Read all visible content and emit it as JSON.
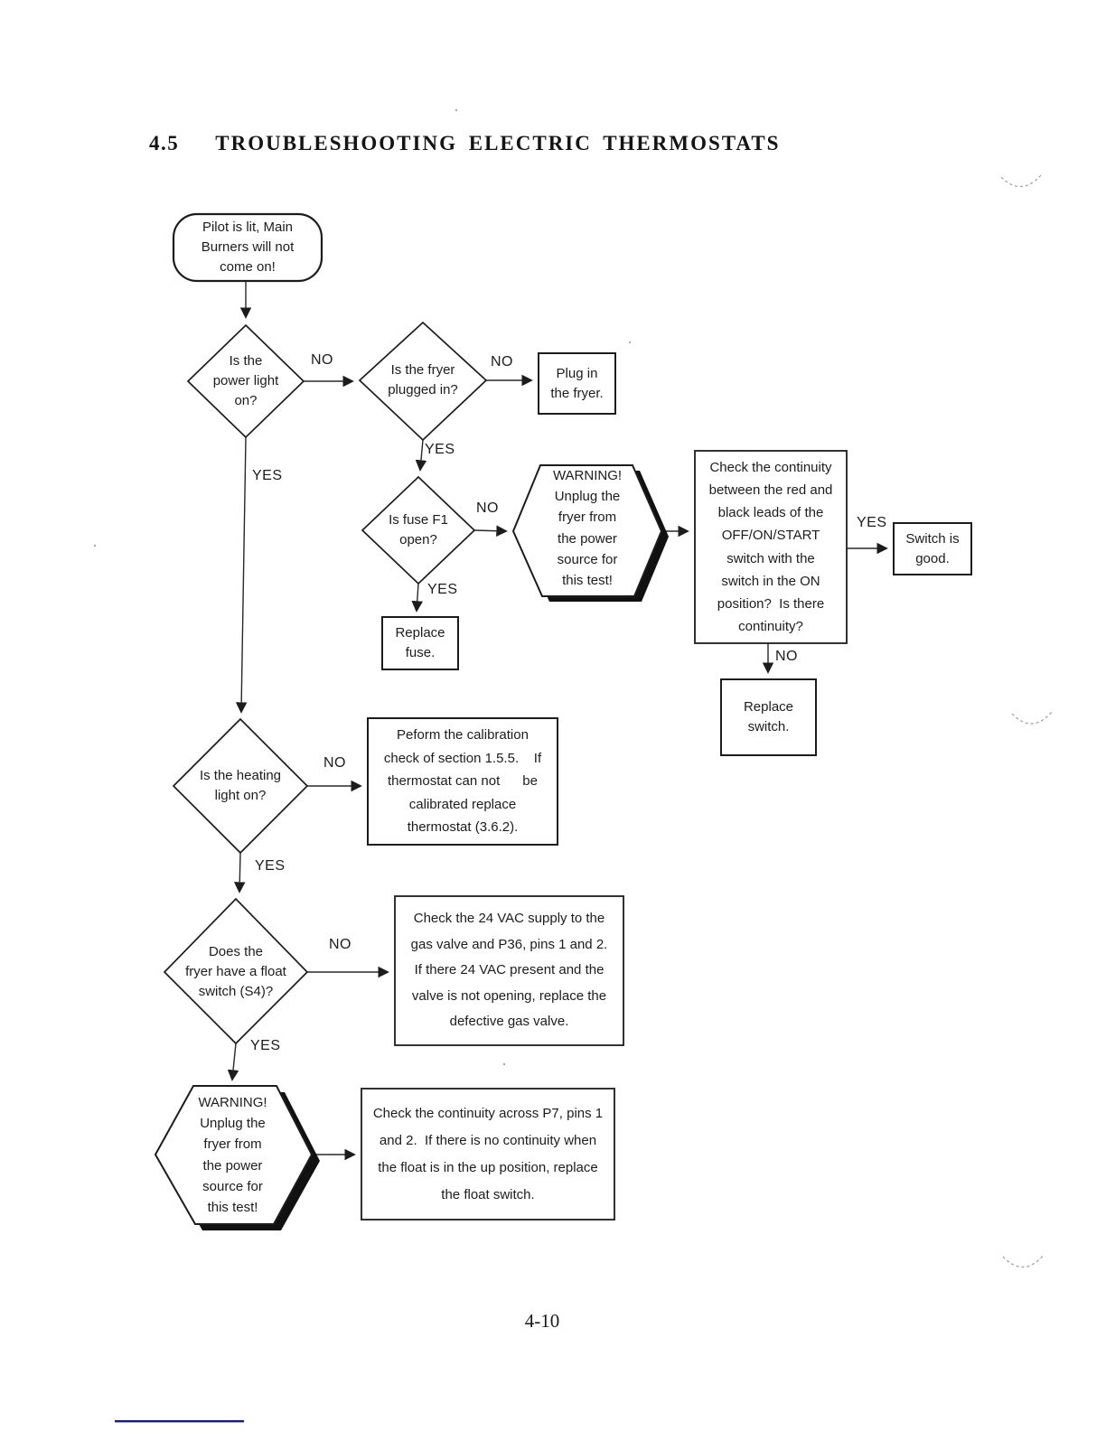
{
  "page": {
    "section_number": "4.5",
    "title": "TROUBLESHOOTING ELECTRIC THERMOSTATS",
    "page_number": "4-10"
  },
  "labels": {
    "yes": "YES",
    "no": "NO"
  },
  "nodes": {
    "start": "Pilot is lit, Main\nBurners will not\ncome on!",
    "power_light": "Is the\npower light\non?",
    "fryer_plugged": "Is the fryer\nplugged in?",
    "plug_in": "Plug in\nthe fryer.",
    "fuse_open": "Is fuse F1\nopen?",
    "replace_fuse": "Replace\nfuse.",
    "warning_unplug": "WARNING!\nUnplug the\nfryer from\nthe power\nsource for\nthis test!",
    "check_switch_continuity": "Check the continuity\nbetween the red and\nblack leads of the\nOFF/ON/START\nswitch with the\nswitch in the ON\nposition?  Is there\ncontinuity?",
    "switch_good": "Switch is\ngood.",
    "replace_switch": "Replace\nswitch.",
    "heating_light": "Is the heating\nlight on?",
    "calibration": "Peform the calibration\ncheck of section 1.5.5.    If\nthermostat can not      be\ncalibrated replace\nthermostat (3.6.2).",
    "float_switch": "Does the\nfryer have a float\nswitch (S4)?",
    "check_24vac": "Check the 24 VAC supply to the\ngas valve and P36, pins 1 and 2.\nIf there 24 VAC present and the\nvalve is not opening, replace the\ndefective gas valve.",
    "warning_unplug_2": "WARNING!\nUnplug the\nfryer from\nthe power\nsource for\nthis test!",
    "check_p7": "Check the continuity across P7, pins 1\nand 2.  If there is no continuity when\nthe float is in the up position, replace\nthe float switch."
  },
  "colors": {
    "ink": "#1c1c1c",
    "scan_line_blue": "#1b1b8e"
  }
}
